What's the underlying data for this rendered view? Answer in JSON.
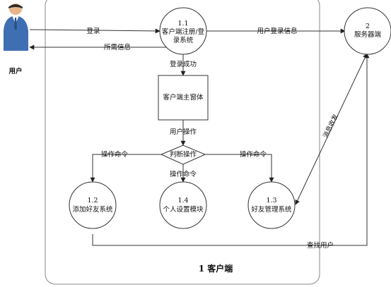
{
  "diagram": {
    "user": {
      "label": "用户"
    },
    "nodes": {
      "login": {
        "number": "1.1",
        "line1": "客户端注册/登",
        "line2": "录系统"
      },
      "server": {
        "number": "2",
        "line1": "服务器端"
      },
      "main": {
        "label": "客户端主窗体"
      },
      "decision": {
        "label": "判断操作"
      },
      "friend_add": {
        "number": "1.2",
        "line1": "添加好友系统"
      },
      "personal": {
        "number": "1.4",
        "line1": "个人设置模块"
      },
      "friend_mgmt": {
        "number": "1.3",
        "line1": "好友管理系统"
      }
    },
    "edges": {
      "login": "登录",
      "user_login_info": "用户登录信息",
      "required_info": "所需信息",
      "login_success": "登录成功",
      "user_operation": "用户操作",
      "op_cmd_left": "操作命令",
      "op_cmd_mid": "操作命令",
      "op_cmd_right": "操作命令",
      "message_exchange": "消息收发",
      "find_user": "查找用户"
    },
    "boundary": {
      "title": "1  客户端"
    }
  }
}
